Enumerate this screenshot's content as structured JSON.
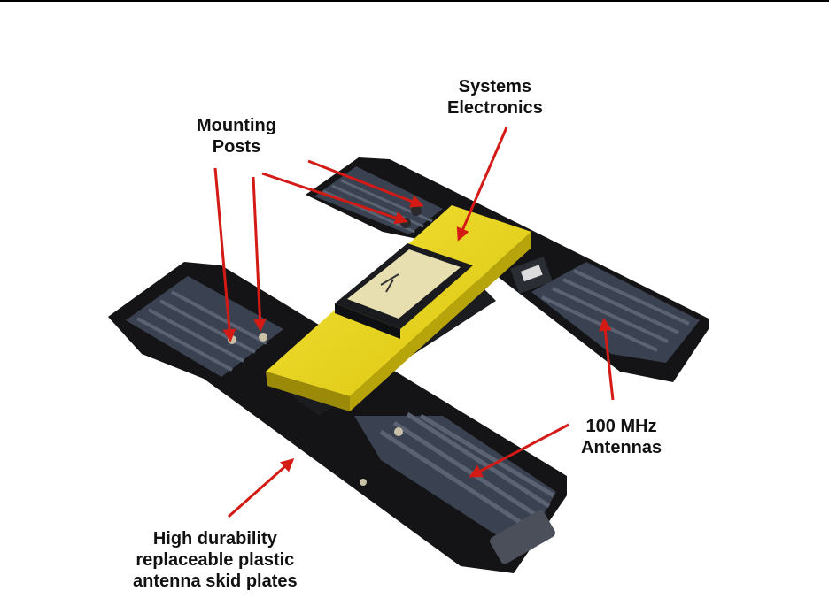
{
  "labels": {
    "systems_electronics": [
      "Systems",
      "Electronics"
    ],
    "mounting_posts": [
      "Mounting",
      "Posts"
    ],
    "antennas": [
      "100 MHz",
      "Antennas"
    ],
    "skid_plates": [
      "High durability",
      "replaceable plastic",
      "antenna skid plates"
    ]
  },
  "colors": {
    "arrow": "#d41a14",
    "yellow_housing": "#f0dc12",
    "frame": "#141416",
    "antenna_panel": "#3a4150",
    "label_plate": "#e8dfb0"
  }
}
